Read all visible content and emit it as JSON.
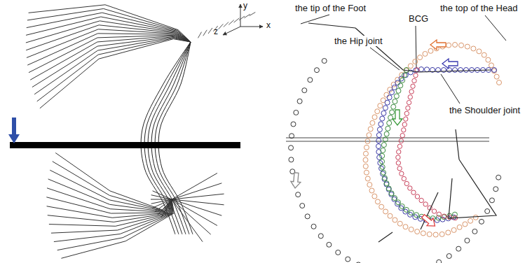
{
  "diagram": {
    "labels": [
      "y",
      "x",
      "z",
      "the tip of the Foot",
      "BCG",
      "the top of the Head",
      "the Hip joint",
      "the Shoulder joint"
    ]
  }
}
